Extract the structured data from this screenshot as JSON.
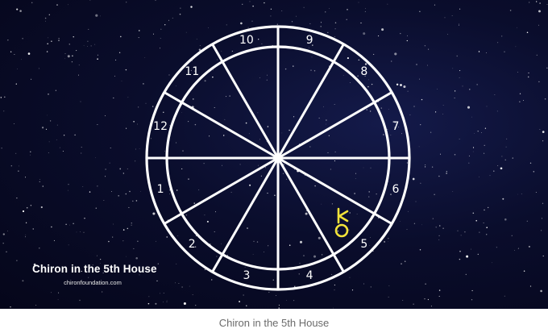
{
  "image": {
    "watermark_title": "Chiron in the 5th House",
    "watermark_url": "chironfoundation.com",
    "background": "starry night sky"
  },
  "chart_wheel": {
    "houses": [
      "1",
      "2",
      "3",
      "4",
      "5",
      "6",
      "7",
      "8",
      "9",
      "10",
      "11",
      "12"
    ],
    "planet_symbol": {
      "name": "chiron-glyph",
      "house": "5",
      "color": "#f2e33a"
    },
    "line_color": "#ffffff"
  },
  "caption": "Chiron in the 5th House"
}
